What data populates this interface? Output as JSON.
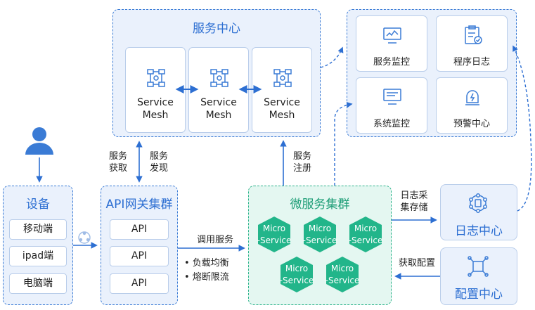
{
  "colors": {
    "blue": "#3a7bd5",
    "blue_fill": "#eaf1fc",
    "green": "#2bb38a",
    "green_fill": "#e4f7f1",
    "hexagon": "#22b58a"
  },
  "service_center": {
    "title": "服务中心",
    "mesh": [
      {
        "line1": "Service",
        "line2": "Mesh"
      },
      {
        "line1": "Service",
        "line2": "Mesh"
      },
      {
        "line1": "Service",
        "line2": "Mesh"
      }
    ]
  },
  "monitor": {
    "items": [
      {
        "label": "服务监控",
        "icon": "chart-monitor-icon"
      },
      {
        "label": "程序日志",
        "icon": "clipboard-log-icon"
      },
      {
        "label": "系统监控",
        "icon": "system-monitor-icon"
      },
      {
        "label": "预警中心",
        "icon": "alarm-icon"
      }
    ]
  },
  "devices": {
    "title": "设备",
    "items": [
      "移动端",
      "ipad端",
      "电脑端"
    ]
  },
  "gateway": {
    "title": "API网关集群",
    "items": [
      "API",
      "API",
      "API"
    ]
  },
  "microservice": {
    "title": "微服务集群",
    "nodes": [
      {
        "line1": "Micro",
        "line2": "-Service"
      },
      {
        "line1": "Micro",
        "line2": "-Service"
      },
      {
        "line1": "Micro",
        "line2": "-Service"
      },
      {
        "line1": "Micro",
        "line2": "-Service"
      },
      {
        "line1": "Micro",
        "line2": "-Service"
      }
    ]
  },
  "log_center": {
    "title": "日志中心",
    "icon": "log-network-icon"
  },
  "config_center": {
    "title": "配置中心",
    "icon": "config-cube-icon"
  },
  "edges": {
    "service_get": {
      "line1": "服务",
      "line2": "获取"
    },
    "service_discover": {
      "line1": "服务",
      "line2": "发现"
    },
    "service_register": {
      "line1": "服务",
      "line2": "注册"
    },
    "call_service": "调用服务",
    "bullets": [
      "• 负载均衡",
      "• 熔断限流"
    ],
    "log_collect": {
      "line1": "日志采",
      "line2": "集存储"
    },
    "get_config": "获取配置"
  }
}
